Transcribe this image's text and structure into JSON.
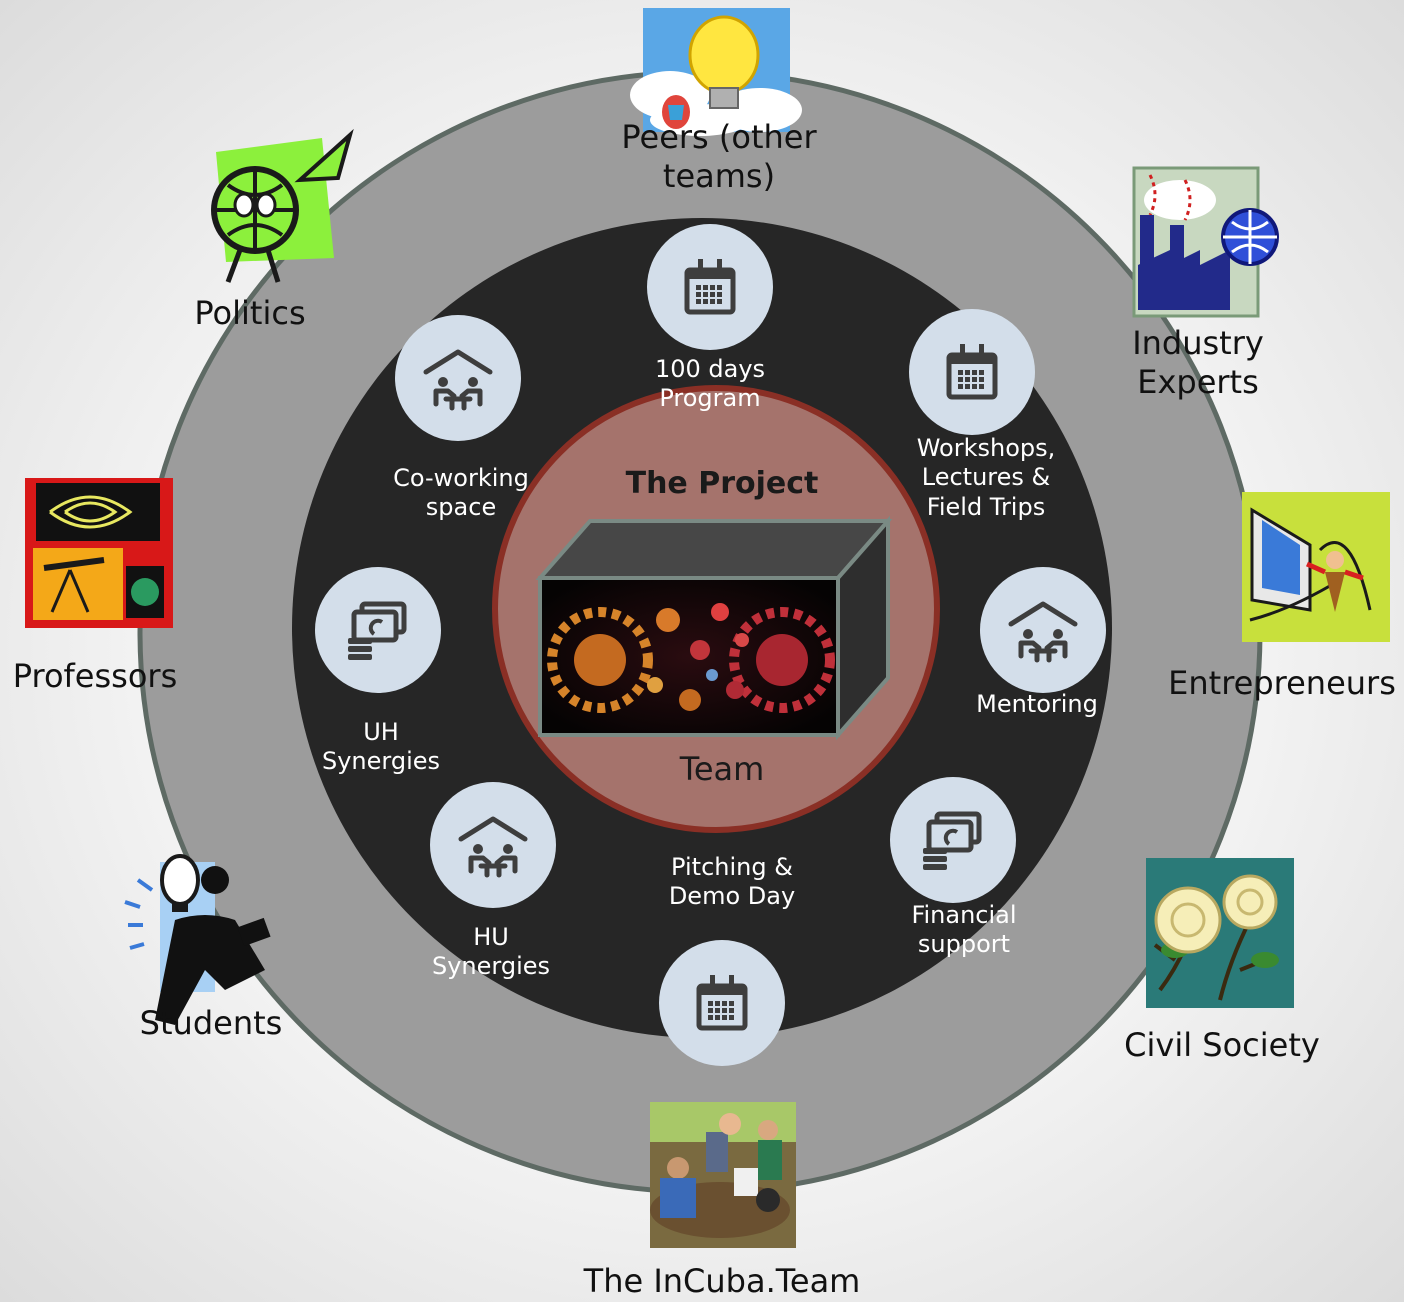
{
  "center": {
    "title": "The Project",
    "subtitle": "Team"
  },
  "inner_ring": [
    {
      "id": "program",
      "label": "100 days\nProgram",
      "icon": "calendar-icon"
    },
    {
      "id": "workshops",
      "label": "Workshops,\nLectures &\nField Trips",
      "icon": "calendar-icon"
    },
    {
      "id": "mentoring",
      "label": "Mentoring",
      "icon": "meeting-icon"
    },
    {
      "id": "financial",
      "label": "Financial\nsupport",
      "icon": "money-icon"
    },
    {
      "id": "pitching",
      "label": "Pitching &\nDemo Day",
      "icon": "calendar-icon"
    },
    {
      "id": "hu",
      "label": "HU\nSynergies",
      "icon": "meeting-icon"
    },
    {
      "id": "uh",
      "label": "UH\nSynergies",
      "icon": "money-icon"
    },
    {
      "id": "coworking",
      "label": "Co-working\nspace",
      "icon": "meeting-icon"
    }
  ],
  "outer_ring": [
    {
      "id": "peers",
      "label": "Peers (other\nteams)",
      "icon": "lightbulb-icon"
    },
    {
      "id": "industry",
      "label": "Industry\nExperts",
      "icon": "factory-icon"
    },
    {
      "id": "entrepreneurs",
      "label": "Entrepreneurs",
      "icon": "computer-person-icon"
    },
    {
      "id": "civil",
      "label": "Civil Society",
      "icon": "roses-icon"
    },
    {
      "id": "incuba",
      "label": "The InCuba.Team",
      "icon": "team-meeting-icon"
    },
    {
      "id": "students",
      "label": "Students",
      "icon": "student-idea-icon"
    },
    {
      "id": "professors",
      "label": "Professors",
      "icon": "galaxy-telescope-icon"
    },
    {
      "id": "politics",
      "label": "Politics",
      "icon": "globe-rocket-icon"
    }
  ],
  "colors": {
    "outer_ring": "#9c9c9c",
    "outer_ring_border": "#5e6a64",
    "inner_disc": "#262626",
    "center_disc": "#a5736c",
    "center_border": "#8a2f25",
    "icon_circle": "#d3deea",
    "icon_glyph": "#3e3e3e"
  }
}
